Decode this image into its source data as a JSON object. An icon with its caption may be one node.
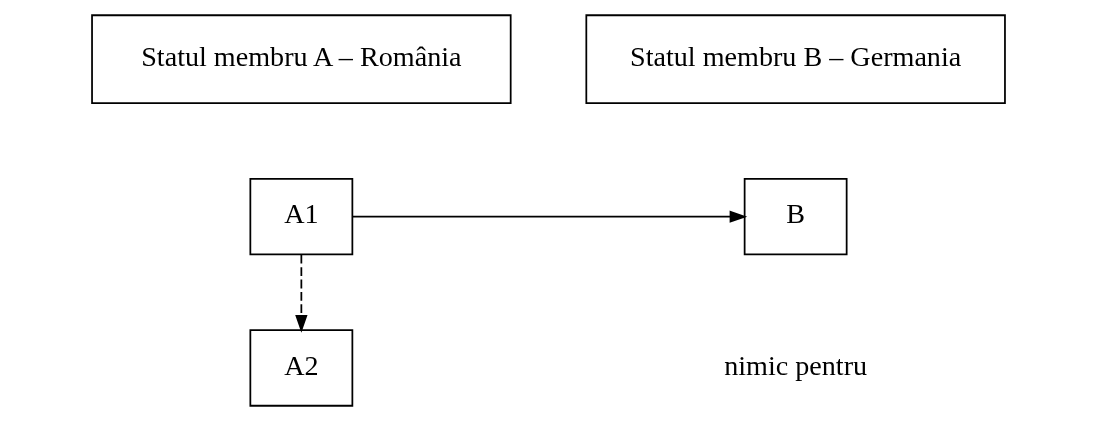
{
  "diagram": {
    "nodes": [
      {
        "text": [
          "Statul membru A – România"
        ]
      },
      {
        "text": [
          "Statul membru B – Germania"
        ]
      },
      {
        "text": [
          "A1"
        ]
      },
      {
        "text": [
          "B"
        ]
      },
      {
        "text": [
          "A2"
        ]
      }
    ],
    "edges": [
      {
        "from": 2,
        "to": 3,
        "arrow": "to"
      },
      {
        "from": 2,
        "to": 4,
        "arrow": "to",
        "style": "dashed"
      }
    ],
    "labels": [
      "nimic pentru"
    ]
  }
}
